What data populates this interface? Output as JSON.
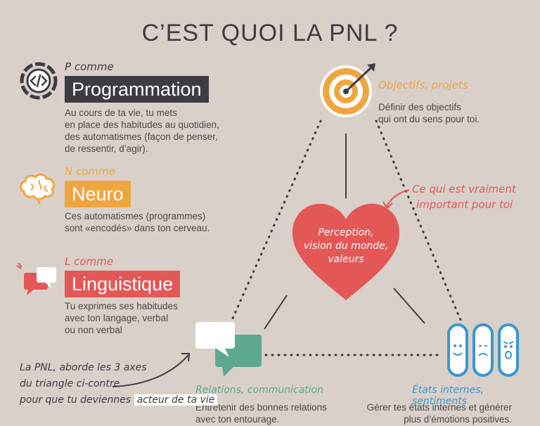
{
  "title": "C’EST QUOI LA PNL ?",
  "sections": {
    "programmation": {
      "prefix": "P comme",
      "label": "Programmation",
      "desc": [
        "Au cours de ta vie, tu mets",
        "en place des habitudes au quotidien,",
        "des automatismes (façon de penser,",
        "de ressentir, d’agir)."
      ]
    },
    "neuro": {
      "prefix": "N comme",
      "label": "Neuro",
      "desc": [
        "Ces automatismes (programmes)",
        "sont «encodés» dans ton cerveau."
      ]
    },
    "linguistique": {
      "prefix": "L comme",
      "label": "Linguistique",
      "desc": [
        "Tu exprimes ses habitudes",
        "avec ton langage, verbal",
        "ou non verbal"
      ]
    }
  },
  "triangle": {
    "top": {
      "title": "Objectifs, projets",
      "desc": [
        "Définir des objectifs",
        "qui ont du sens pour toi."
      ]
    },
    "center": {
      "lines": [
        "Perception,",
        "vision du monde,",
        "valeurs"
      ]
    },
    "callout": [
      "Ce qui est vraiment",
      "important pour toi"
    ],
    "left": {
      "title": "Relations, communication",
      "desc": [
        "Entretenir des bonnes relations",
        "avec ton entourage."
      ]
    },
    "right": {
      "title": "États internes, sentiments",
      "desc": [
        "Gérer tes états internes et générer",
        "plus d’émotions positives."
      ]
    }
  },
  "bottom_note": {
    "lines": [
      "La PNL, aborde les 3 axes",
      "du triangle ci-contre",
      "pour que tu deviennes"
    ],
    "highlight": "acteur de ta vie"
  },
  "colors": {
    "background": "#d9d0c9",
    "dark": "#3e3c43",
    "orange": "#f0a640",
    "red": "#e35757",
    "green": "#5fa890",
    "blue": "#3a98cf"
  }
}
